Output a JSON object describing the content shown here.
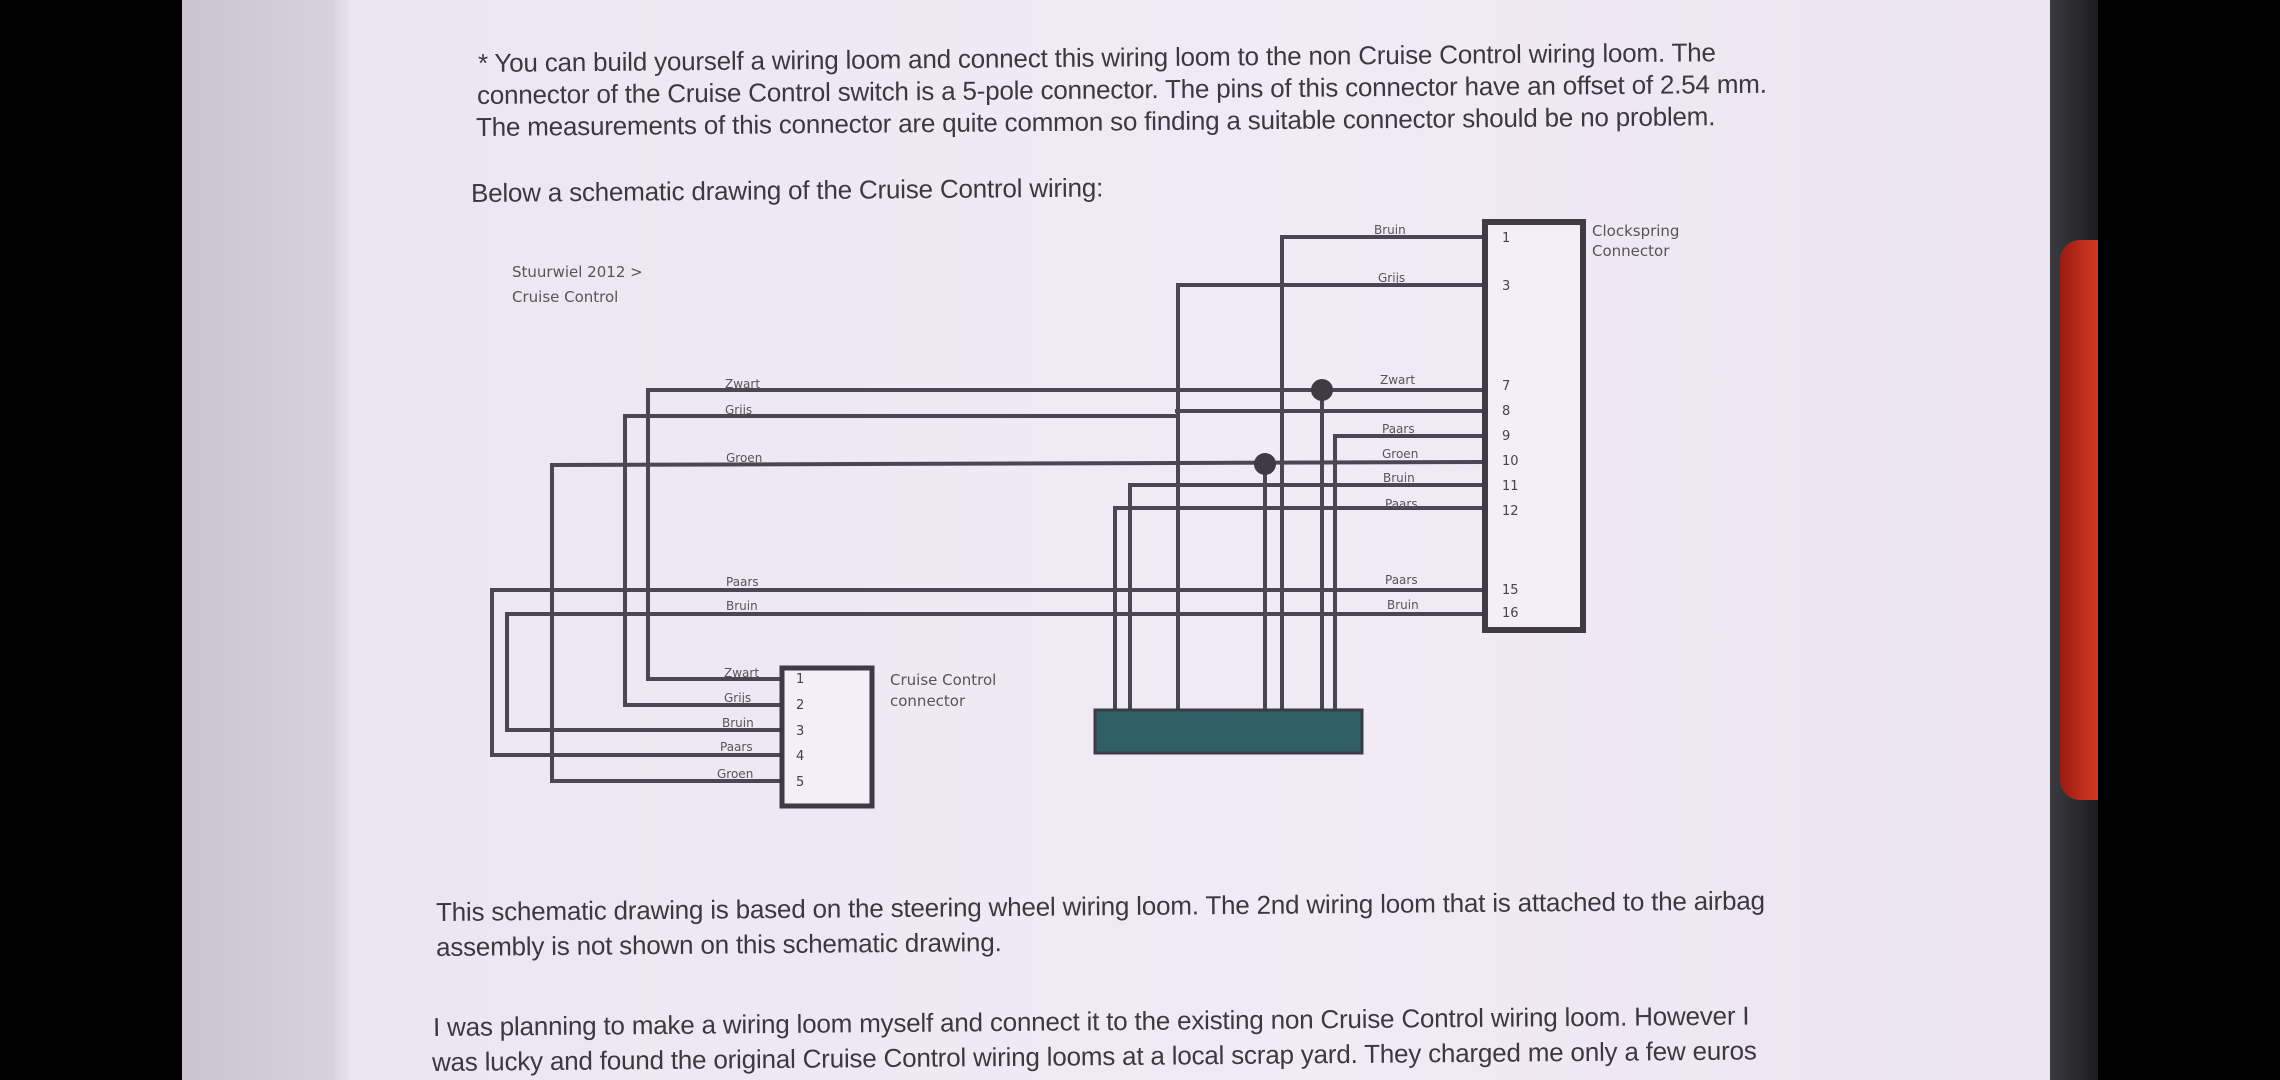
{
  "intro": {
    "line1": "* You can build yourself a wiring loom and connect this wiring loom to the non Cruise Control wiring loom. The",
    "line2": "connector of the Cruise Control switch is a 5-pole connector. The pins of this connector have an offset of 2.54 mm.",
    "line3": "The measurements of this connector are quite common so finding a suitable connector should be no problem."
  },
  "schematic_caption": "Below a schematic drawing of the Cruise Control wiring:",
  "diagram": {
    "title_line1": "Stuurwiel 2012 >",
    "title_line2": "Cruise Control",
    "clockspring_label_1": "Clockspring",
    "clockspring_label_2": "Connector",
    "cc_label_1": "Cruise Control",
    "cc_label_2": "connector",
    "clockspring_pins": [
      "1",
      "3",
      "7",
      "8",
      "9",
      "10",
      "11",
      "12",
      "15",
      "16"
    ],
    "clockspring_wires": [
      "Bruin",
      "Grijs",
      "Zwart",
      "Paars",
      "Groen",
      "Bruin",
      "Paars",
      "Paars",
      "Bruin"
    ],
    "loom_wires": [
      "Zwart",
      "Grijs",
      "Groen",
      "Paars",
      "Bruin"
    ],
    "cc_pins": [
      "1",
      "2",
      "3",
      "4",
      "5"
    ],
    "cc_wires": [
      "Zwart",
      "Grijs",
      "Bruin",
      "Paars",
      "Groen"
    ],
    "block_color": "#2f5f66"
  },
  "para2": {
    "line1": "This schematic drawing is based on the steering wheel wiring loom. The 2nd wiring loom that is attached to the airbag",
    "line2": "assembly is not shown on this schematic drawing."
  },
  "para3": {
    "line1": "I was planning to make a wiring loom myself and connect it to the existing non Cruise Control wiring loom. However I",
    "line2": "was lucky and found the original Cruise Control wiring looms at a local scrap yard. They charged me only a few euros"
  }
}
